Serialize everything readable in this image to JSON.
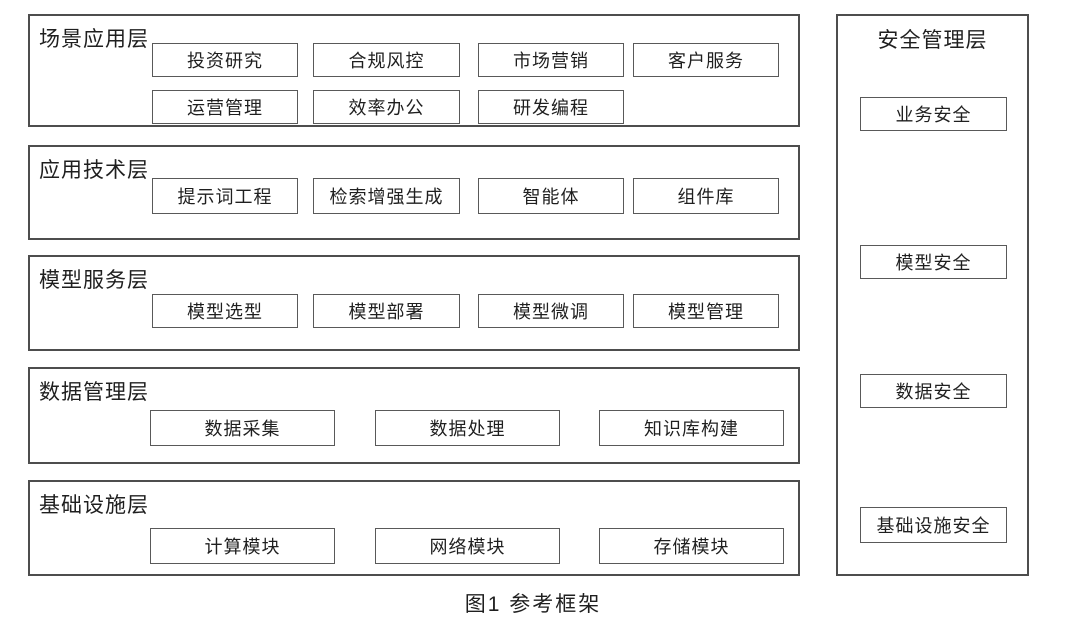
{
  "diagram": {
    "caption": "图1 参考框架",
    "colors": {
      "border": "#4d4d4d",
      "box_border": "#595959",
      "text": "#1f1f1f",
      "background": "#ffffff"
    },
    "layers": [
      {
        "label": "场景应用层",
        "rows": [
          [
            "投资研究",
            "合规风控",
            "市场营销",
            "客户服务"
          ],
          [
            "运营管理",
            "效率办公",
            "研发编程"
          ]
        ]
      },
      {
        "label": "应用技术层",
        "rows": [
          [
            "提示词工程",
            "检索增强生成",
            "智能体",
            "组件库"
          ]
        ]
      },
      {
        "label": "模型服务层",
        "rows": [
          [
            "模型选型",
            "模型部署",
            "模型微调",
            "模型管理"
          ]
        ]
      },
      {
        "label": "数据管理层",
        "rows": [
          [
            "数据采集",
            "数据处理",
            "知识库构建"
          ]
        ]
      },
      {
        "label": "基础设施层",
        "rows": [
          [
            "计算模块",
            "网络模块",
            "存储模块"
          ]
        ]
      }
    ],
    "security": {
      "label": "安全管理层",
      "items": [
        "业务安全",
        "模型安全",
        "数据安全",
        "基础设施安全"
      ]
    }
  }
}
